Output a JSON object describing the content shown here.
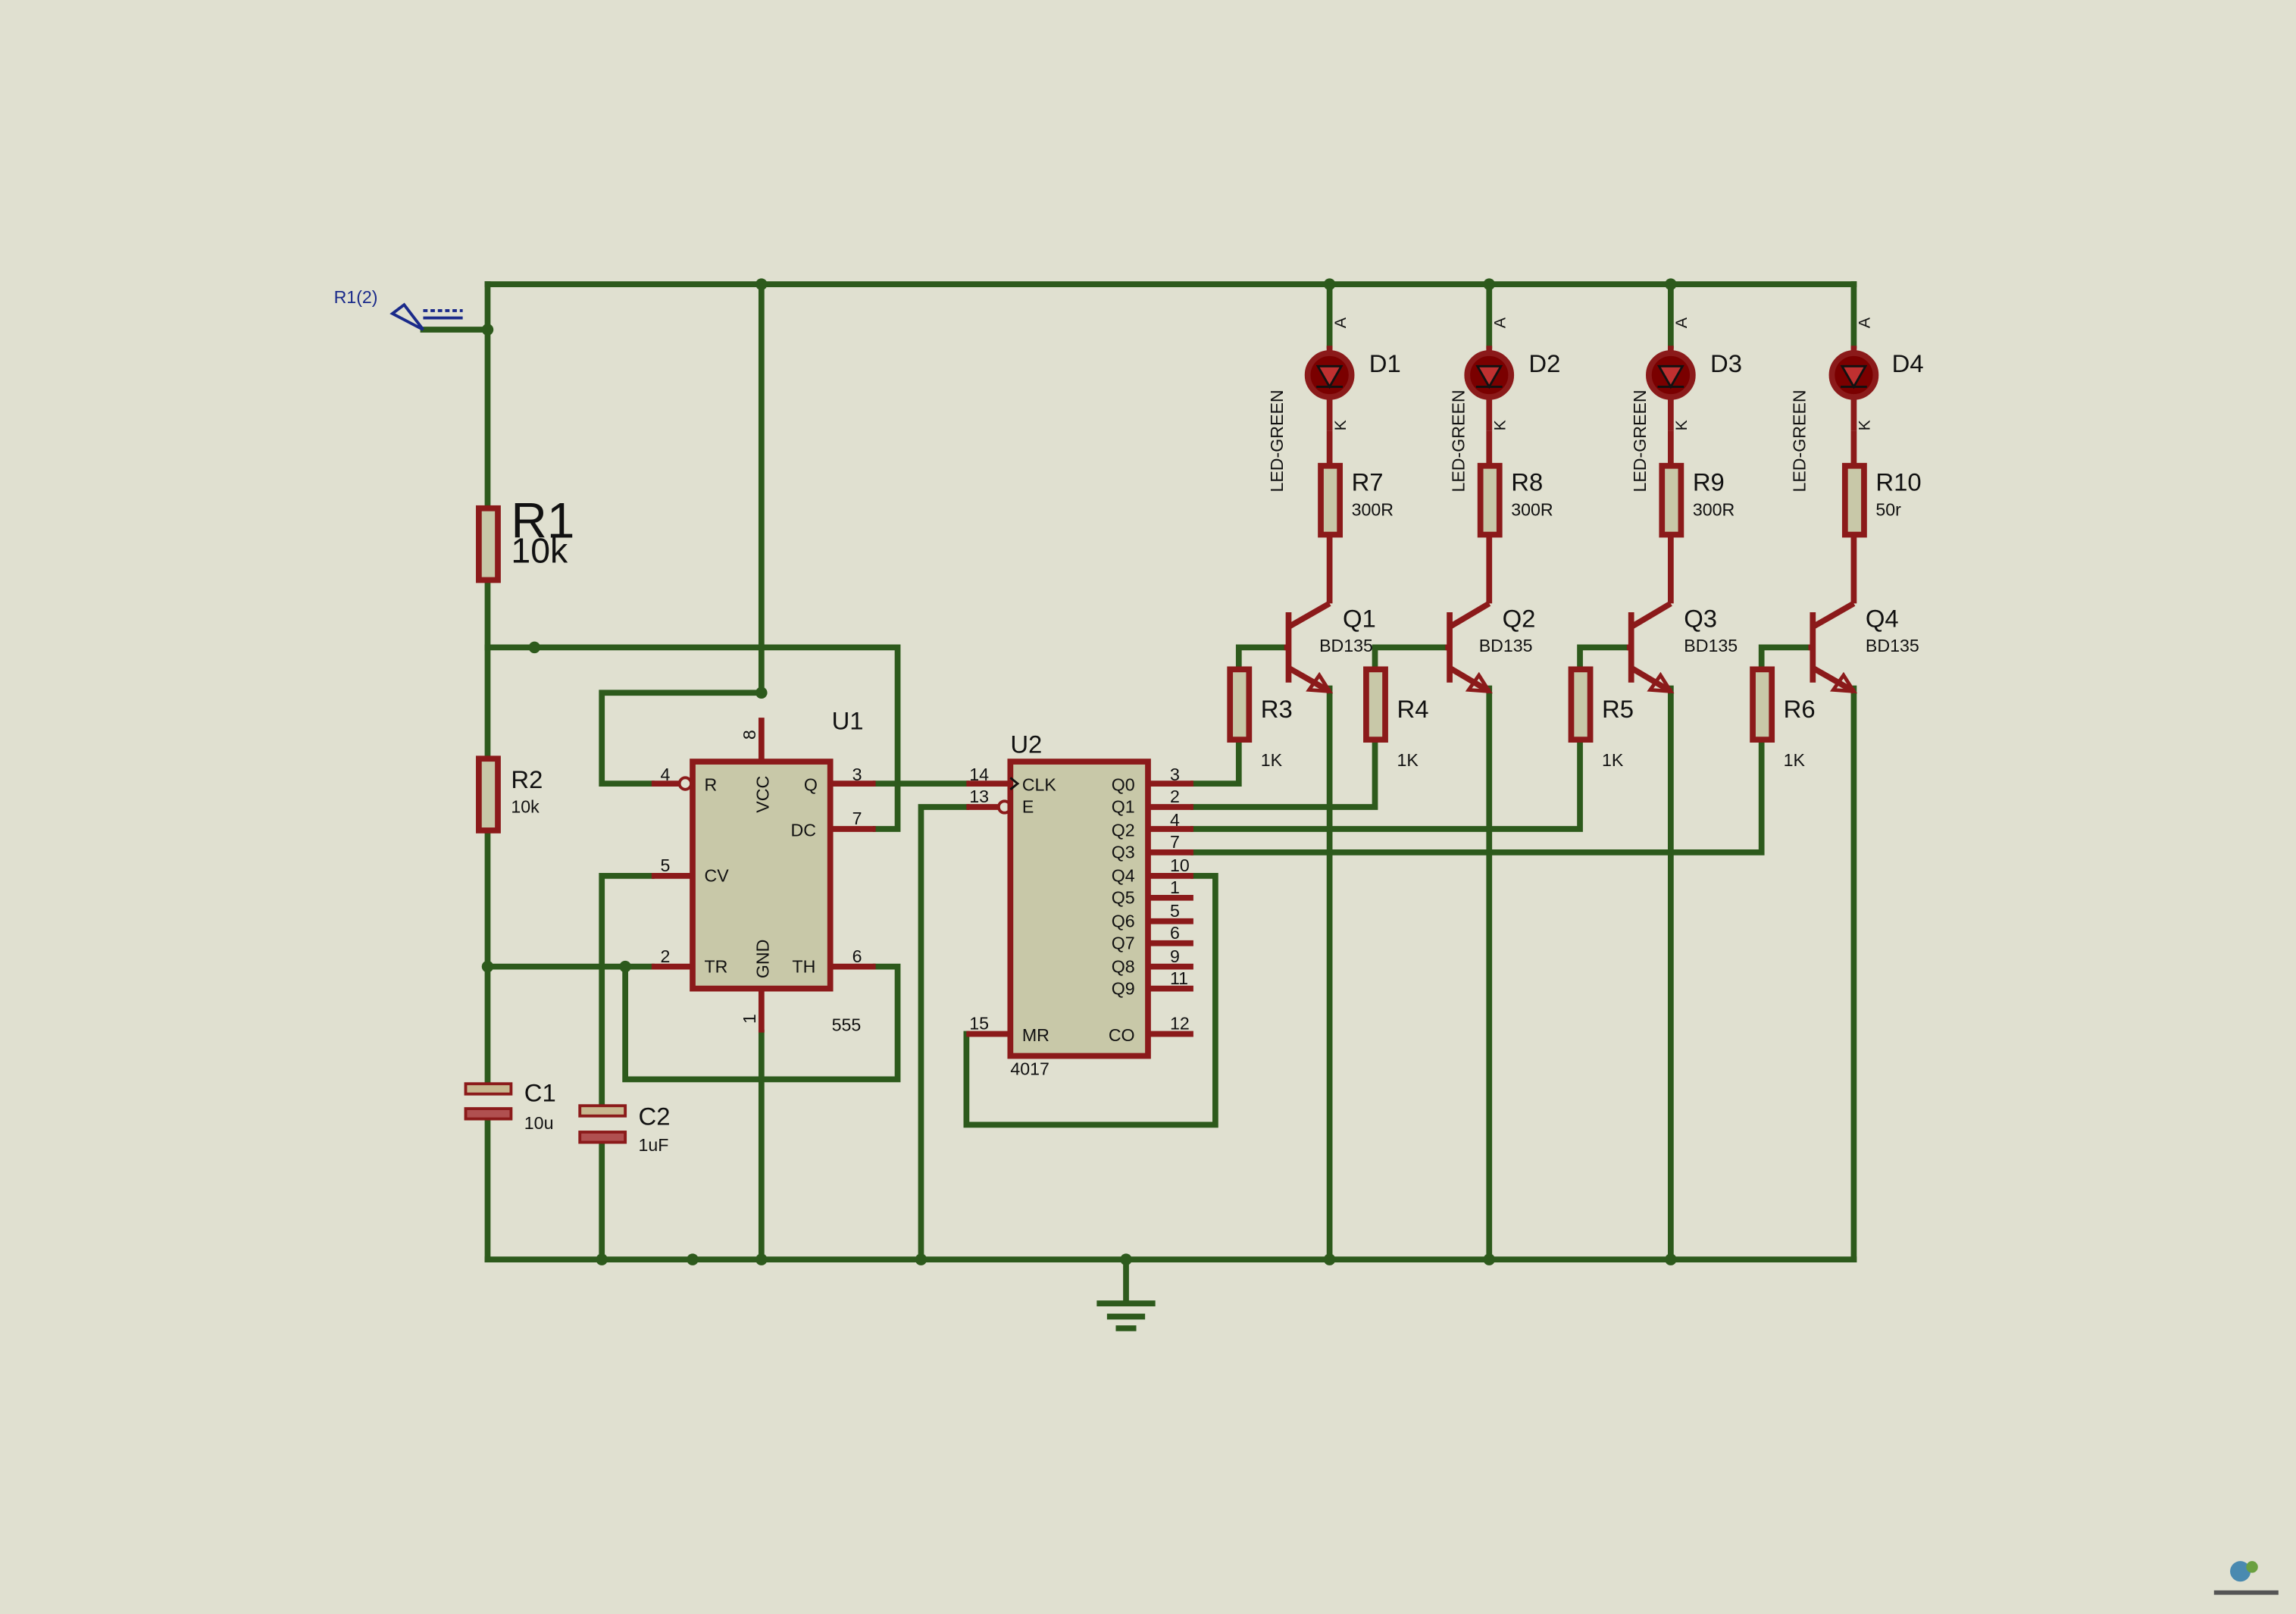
{
  "terminal": {
    "label": "R1(2)"
  },
  "resistors": [
    {
      "ref": "R1",
      "value": "10k"
    },
    {
      "ref": "R2",
      "value": "10k"
    },
    {
      "ref": "R3",
      "value": "1K"
    },
    {
      "ref": "R4",
      "value": "1K"
    },
    {
      "ref": "R5",
      "value": "1K"
    },
    {
      "ref": "R6",
      "value": "1K"
    },
    {
      "ref": "R7",
      "value": "300R"
    },
    {
      "ref": "R8",
      "value": "300R"
    },
    {
      "ref": "R9",
      "value": "300R"
    },
    {
      "ref": "R10",
      "value": "50r"
    }
  ],
  "capacitors": [
    {
      "ref": "C1",
      "value": "10u"
    },
    {
      "ref": "C2",
      "value": "1uF"
    }
  ],
  "leds": [
    {
      "ref": "D1",
      "type": "LED-GREEN",
      "anode": "A",
      "cathode": "K"
    },
    {
      "ref": "D2",
      "type": "LED-GREEN",
      "anode": "A",
      "cathode": "K"
    },
    {
      "ref": "D3",
      "type": "LED-GREEN",
      "anode": "A",
      "cathode": "K"
    },
    {
      "ref": "D4",
      "type": "LED-GREEN",
      "anode": "A",
      "cathode": "K"
    }
  ],
  "transistors": [
    {
      "ref": "Q1",
      "value": "BD135"
    },
    {
      "ref": "Q2",
      "value": "BD135"
    },
    {
      "ref": "Q3",
      "value": "BD135"
    },
    {
      "ref": "Q4",
      "value": "BD135"
    }
  ],
  "u1": {
    "ref": "U1",
    "part": "555",
    "pins": {
      "R": "R",
      "VCC": "VCC",
      "Q": "Q",
      "DC": "DC",
      "CV": "CV",
      "TR": "TR",
      "GND": "GND",
      "TH": "TH"
    },
    "numbers": {
      "R": "4",
      "VCC": "8",
      "Q": "3",
      "DC": "7",
      "CV": "5",
      "TR": "2",
      "GND": "1",
      "TH": "6"
    }
  },
  "u2": {
    "ref": "U2",
    "part": "4017",
    "left": [
      {
        "name": "CLK",
        "num": "14"
      },
      {
        "name": "E",
        "num": "13"
      },
      {
        "name": "MR",
        "num": "15"
      }
    ],
    "right": [
      {
        "name": "Q0",
        "num": "3"
      },
      {
        "name": "Q1",
        "num": "2"
      },
      {
        "name": "Q2",
        "num": "4"
      },
      {
        "name": "Q3",
        "num": "7"
      },
      {
        "name": "Q4",
        "num": "10"
      },
      {
        "name": "Q5",
        "num": "1"
      },
      {
        "name": "Q6",
        "num": "5"
      },
      {
        "name": "Q7",
        "num": "6"
      },
      {
        "name": "Q8",
        "num": "9"
      },
      {
        "name": "Q9",
        "num": "11"
      },
      {
        "name": "CO",
        "num": "12"
      }
    ]
  },
  "colors": {
    "wire": "#2d5a1c",
    "component": "#8b1a1a",
    "body": "#c8c8a8",
    "background": "#e0e0d0"
  }
}
